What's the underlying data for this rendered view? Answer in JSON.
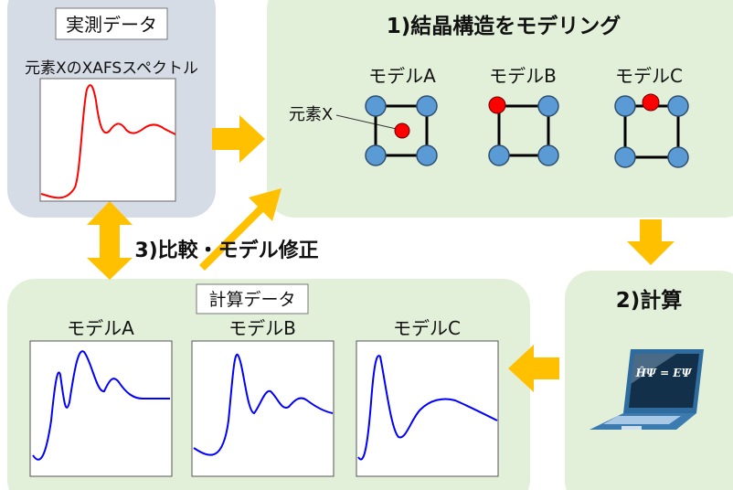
{
  "measured": {
    "label": "実測データ",
    "spectrum_title": "元素XのXAFSスペクトル"
  },
  "modeling": {
    "title": "1)結晶構造をモデリング",
    "element_label": "元素X",
    "models": [
      "モデルA",
      "モデルB",
      "モデルC"
    ]
  },
  "calculation": {
    "title": "2)計算",
    "equation": "ĤΨ = EΨ"
  },
  "comparison": {
    "title": "3)比較・モデル修正"
  },
  "calculated": {
    "label": "計算データ",
    "models": [
      "モデルA",
      "モデルB",
      "モデルC"
    ]
  },
  "colors": {
    "measured_bg": "#d6dce5",
    "model_bg": "#e2f0d9",
    "arrow": "#ffc000",
    "atom": "#5b9bd5",
    "element_x": "#ff0000",
    "calc_curve": "#0000ff",
    "exp_curve": "#ff0000"
  }
}
